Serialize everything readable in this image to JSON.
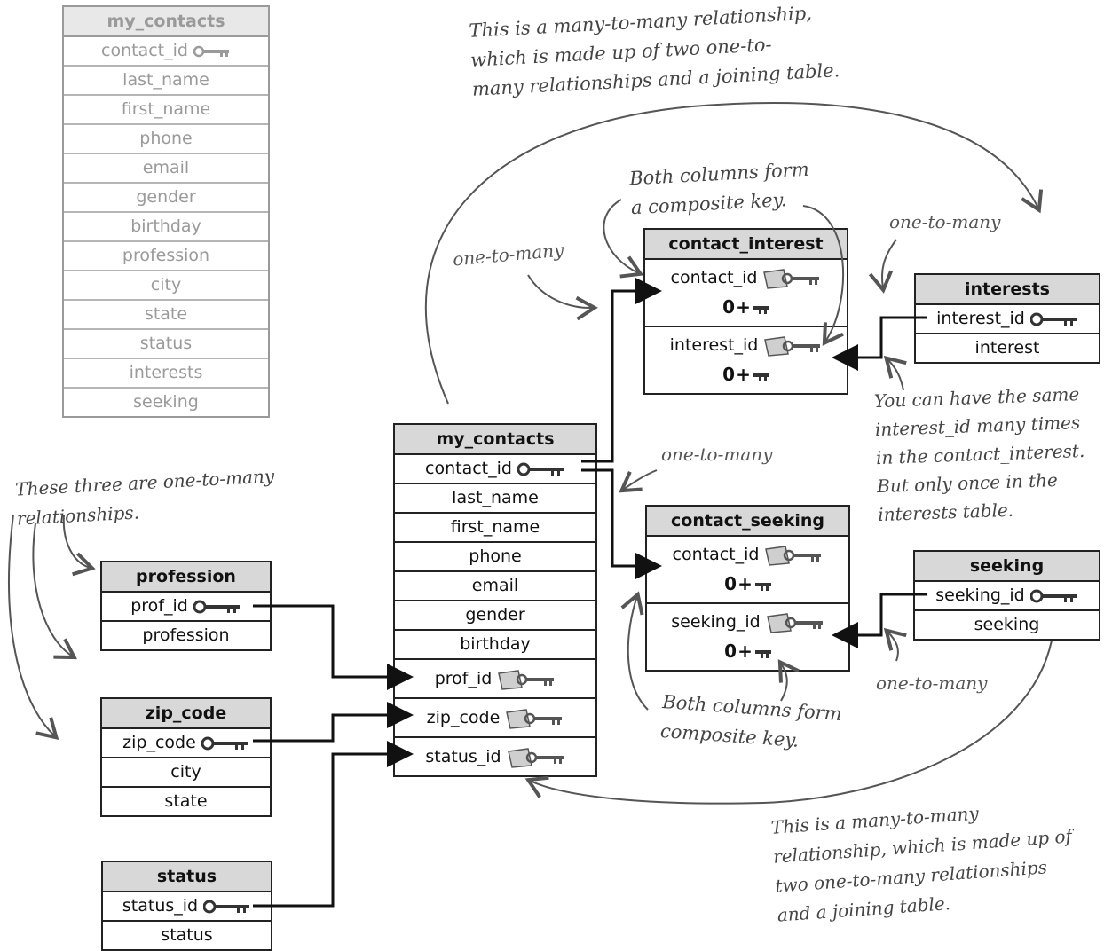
{
  "faded_table": {
    "title": "my_contacts",
    "rows": [
      "contact_id",
      "last_name",
      "first_name",
      "phone",
      "email",
      "gender",
      "birthday",
      "profession",
      "city",
      "state",
      "status",
      "interests",
      "seeking"
    ]
  },
  "my_contacts": {
    "title": "my_contacts",
    "pk": "contact_id",
    "rows": [
      "last_name",
      "first_name",
      "phone",
      "email",
      "gender",
      "birthday"
    ],
    "fk": [
      "prof_id",
      "zip_code",
      "status_id"
    ]
  },
  "contact_interest": {
    "title": "contact_interest",
    "cols": [
      "contact_id",
      "interest_id"
    ],
    "mult": "0+"
  },
  "interests": {
    "title": "interests",
    "pk": "interest_id",
    "rows": [
      "interest"
    ]
  },
  "contact_seeking": {
    "title": "contact_seeking",
    "cols": [
      "contact_id",
      "seeking_id"
    ],
    "mult": "0+"
  },
  "seeking": {
    "title": "seeking",
    "pk": "seeking_id",
    "rows": [
      "seeking"
    ]
  },
  "profession": {
    "title": "profession",
    "pk": "prof_id",
    "rows": [
      "profession"
    ]
  },
  "zip_code": {
    "title": "zip_code",
    "pk": "zip_code",
    "rows": [
      "city",
      "state"
    ]
  },
  "status": {
    "title": "status",
    "pk": "status_id",
    "rows": [
      "status"
    ]
  },
  "notes": {
    "top": "This is a many-to-many relationship,\nwhich is made up of two one-to-\nmany relationships and a joining table.",
    "composite_top": "Both columns form\na composite key.",
    "one_to_many_left": "one-to-many",
    "one_to_many_right": "one-to-many",
    "one_to_many_mid": "one-to-many",
    "one_to_many_seeking": "one-to-many",
    "three": "These three are one-to-many\nrelationships.",
    "same_interest": "You can have the same\ninterest_id many times\nin the contact_interest.\nBut only once in the\ninterests table.",
    "composite_bottom": "Both columns form\ncomposite key.",
    "bottom": "This is a many-to-many\nrelationship, which is made up of\ntwo one-to-many relationships\nand a joining table."
  },
  "icons": {
    "primary_key": "key-icon",
    "foreign_key": "key-with-tag-icon"
  }
}
